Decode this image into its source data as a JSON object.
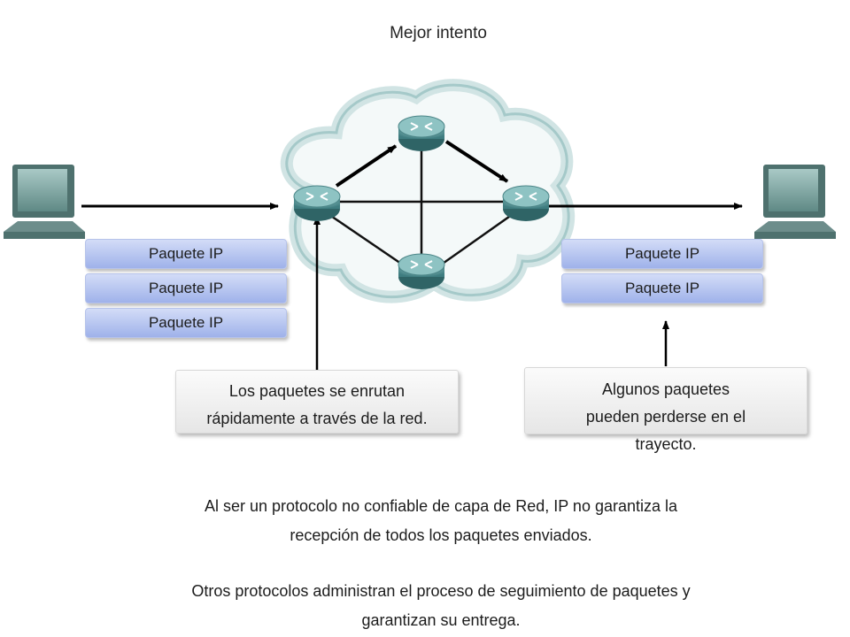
{
  "title": "Mejor intento",
  "packets_left": [
    {
      "label": "Paquete IP"
    },
    {
      "label": "Paquete IP"
    },
    {
      "label": "Paquete IP"
    }
  ],
  "packets_right": [
    {
      "label": "Paquete IP"
    },
    {
      "label": "Paquete IP"
    }
  ],
  "callout_routing": {
    "line1": "Los paquetes se enrutan",
    "line2": "rápidamente a través de la red."
  },
  "callout_loss": {
    "line1": "Algunos paquetes",
    "line2": "pueden perderse en el",
    "line3": "trayecto."
  },
  "caption_1": {
    "line1": "Al ser un protocolo no confiable de capa de Red, IP no garantiza la",
    "line2": "recepción de todos los paquetes enviados."
  },
  "caption_2": {
    "line1": "Otros protocolos administran el proceso de seguimiento de paquetes y",
    "line2": "garantizan su entrega."
  },
  "colors": {
    "packet": "#9fb2ea",
    "cloud": "#cfe3e3",
    "router": "#5f9a9c",
    "computer": "#6d8d8b"
  }
}
